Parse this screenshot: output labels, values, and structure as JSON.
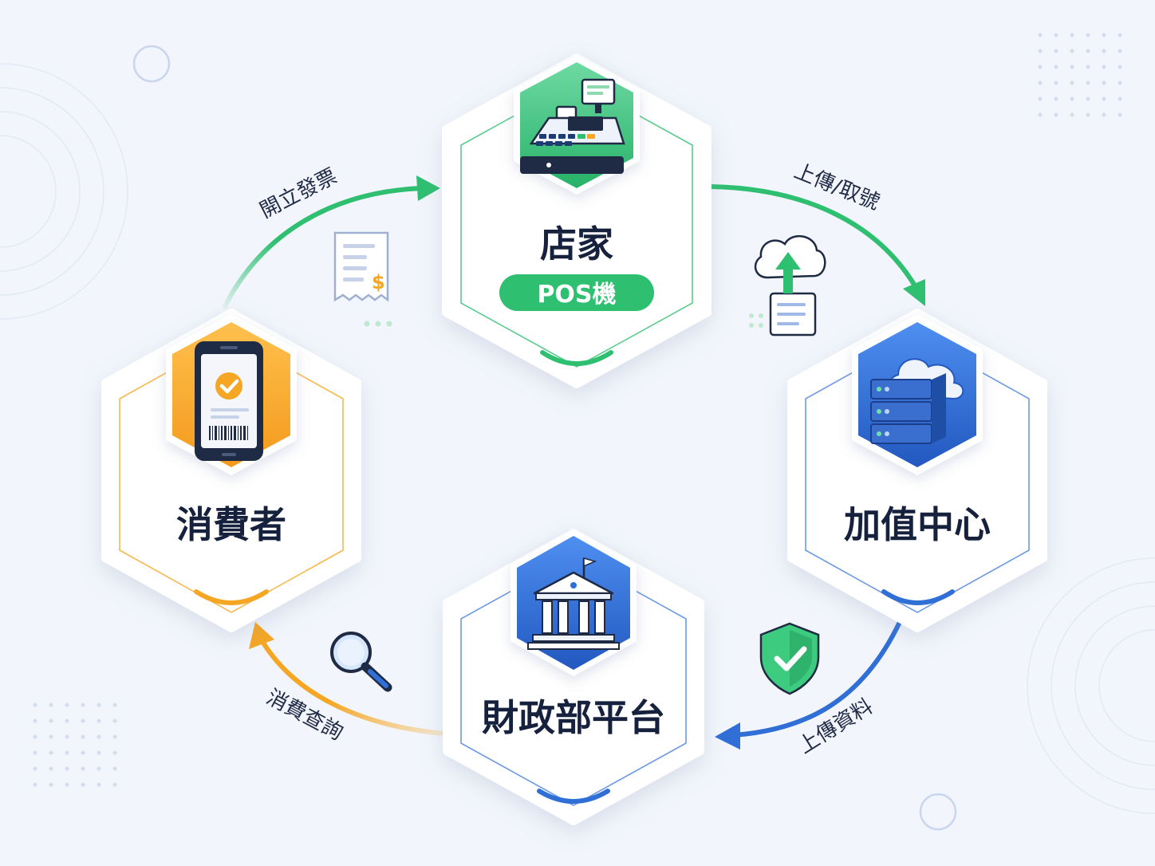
{
  "nodes": {
    "merchant": {
      "title": "店家",
      "badge": "POS機",
      "color": "#2fbf71"
    },
    "vat_center": {
      "title": "加值中心",
      "color": "#2f6fd6"
    },
    "mof_platform": {
      "title": "財政部平台",
      "color": "#2f6fd6"
    },
    "consumer": {
      "title": "消費者",
      "color": "#f5a623"
    }
  },
  "edges": {
    "issue_invoice": "開立發票",
    "upload_fetch": "上傳/取號",
    "upload_data": "上傳資料",
    "consumption_query": "消費查詢"
  },
  "icons": [
    "cash-register-icon",
    "cloud-server-icon",
    "bank-building-icon",
    "smartphone-check-icon",
    "receipt-dollar-icon",
    "cloud-upload-document-icon",
    "shield-check-icon",
    "magnifier-icon"
  ]
}
